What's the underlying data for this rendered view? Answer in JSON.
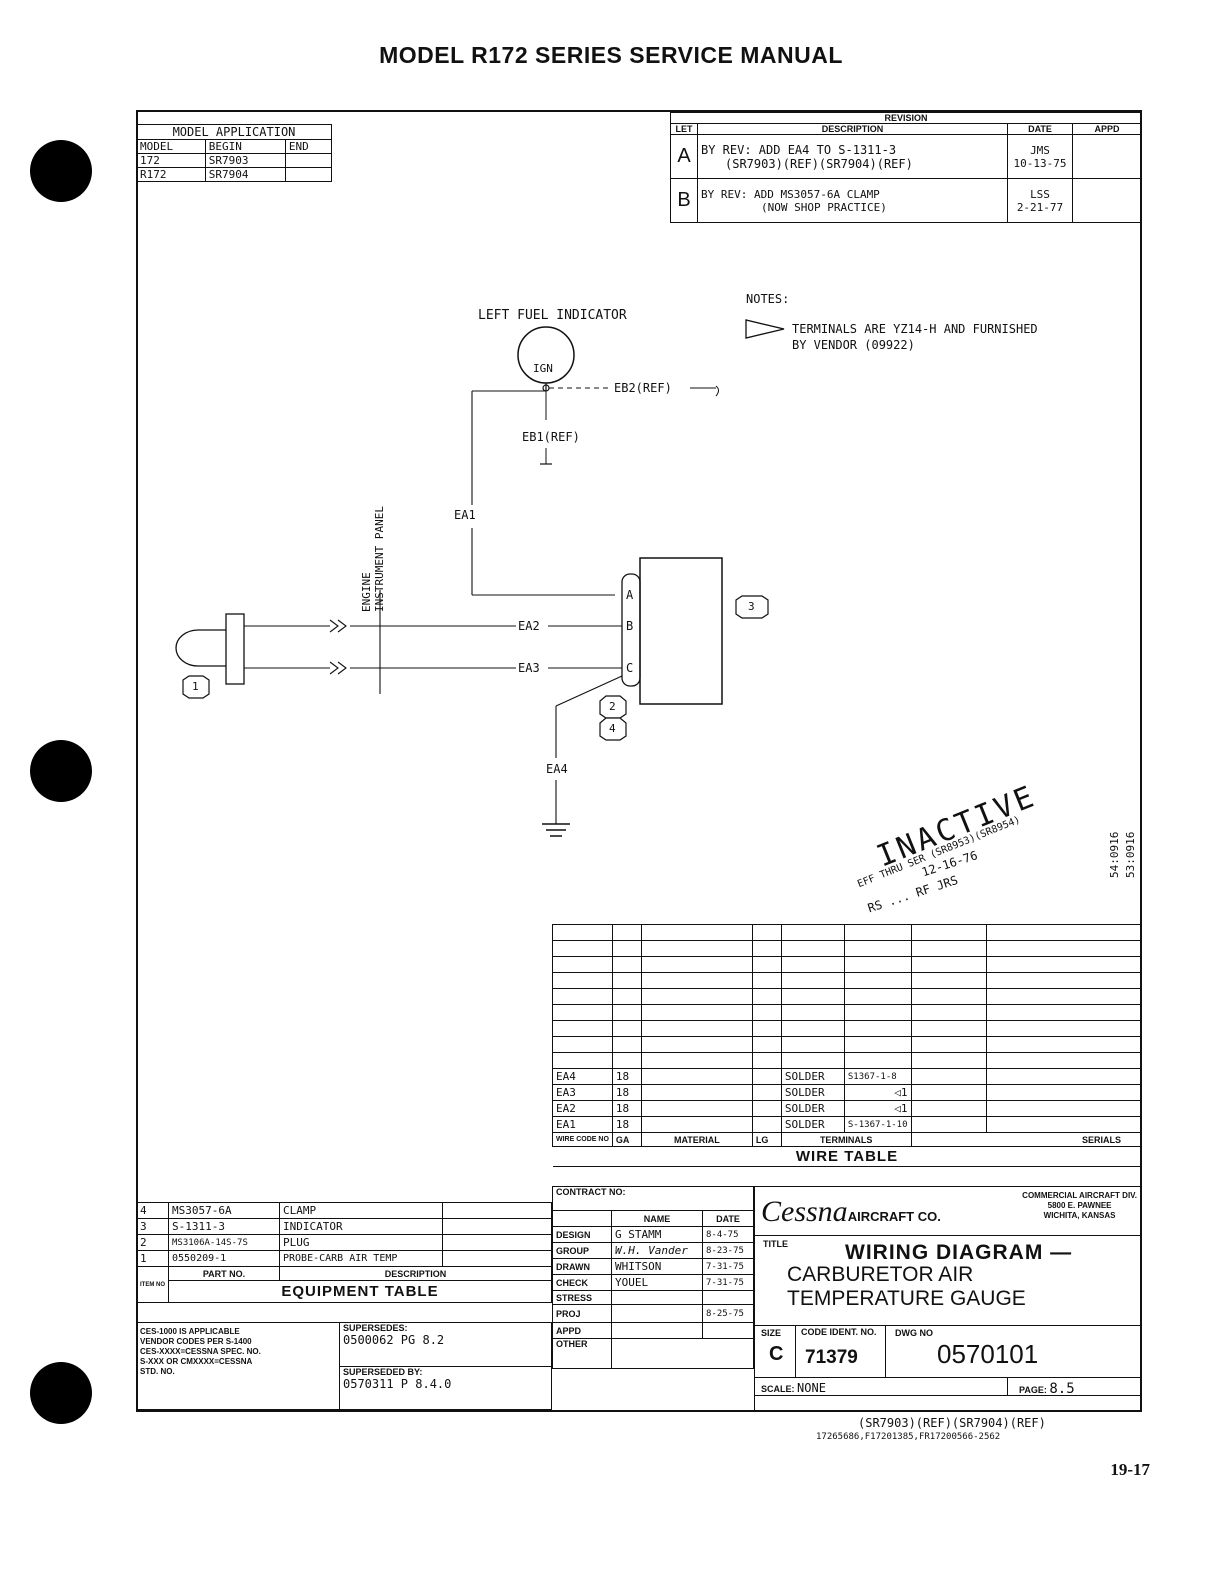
{
  "page_title": "MODEL R172 SERIES SERVICE MANUAL",
  "page_number": "19-17",
  "model_application": {
    "title": "MODEL APPLICATION",
    "headers": [
      "MODEL",
      "BEGIN",
      "END"
    ],
    "rows": [
      [
        "172",
        "SR7903",
        ""
      ],
      [
        "R172",
        "SR7904",
        ""
      ]
    ]
  },
  "revision": {
    "title": "REVISION",
    "headers": [
      "LET",
      "DESCRIPTION",
      "DATE",
      "APPD"
    ],
    "rows": [
      {
        "let": "A",
        "line1": "BY REV: ADD EA4 TO S-1311-3",
        "line2": "(SR7903)(REF)(SR7904)(REF)",
        "date1": "JMS",
        "date2": "10-13-75"
      },
      {
        "let": "B",
        "line1": "BY REV: ADD MS3057-6A CLAMP",
        "line2": "(NOW SHOP PRACTICE)",
        "date1": "LSS",
        "date2": "2-21-77"
      }
    ]
  },
  "notes": {
    "title": "NOTES:",
    "line1": "TERMINALS ARE YZ14-H AND FURNISHED",
    "line2": "BY VENDOR (09922)"
  },
  "diagram": {
    "indicator_label": "LEFT FUEL INDICATOR",
    "ign": "IGN",
    "eb2": "EB2(REF)",
    "eb1": "EB1(REF)",
    "ea1": "EA1",
    "ea2": "EA2",
    "ea3": "EA3",
    "ea4": "EA4",
    "panel_line1": "ENGINE",
    "panel_line2": "INSTRUMENT PANEL",
    "pins": [
      "A",
      "B",
      "C"
    ],
    "items": {
      "probe": "1",
      "plug": "2",
      "indicator": "3",
      "clamp": "4"
    }
  },
  "inactive_stamp": {
    "word": "INACTIVE",
    "eff": "EFF THRU SER (SR8953)(SR8954)",
    "date": "12-16-76",
    "sign": "RS ... RF JRS"
  },
  "side_codes": [
    "54:0916",
    "53:0916"
  ],
  "wire_table": {
    "title": "WIRE TABLE",
    "headers": [
      "WIRE CODE NO",
      "GA",
      "MATERIAL",
      "LG",
      "TERMINALS",
      "",
      "",
      "SERIALS"
    ],
    "rows": [
      [
        "EA4",
        "18",
        "",
        "",
        "SOLDER",
        "S1367-1-8",
        "",
        ""
      ],
      [
        "EA3",
        "18",
        "",
        "",
        "SOLDER",
        "1",
        "",
        ""
      ],
      [
        "EA2",
        "18",
        "",
        "",
        "SOLDER",
        "1",
        "",
        ""
      ],
      [
        "EA1",
        "18",
        "",
        "",
        "SOLDER",
        "S-1367-1-10",
        "",
        ""
      ]
    ]
  },
  "equipment_table": {
    "title": "EQUIPMENT TABLE",
    "headers": [
      "ITEM NO",
      "PART NO.",
      "DESCRIPTION"
    ],
    "rows": [
      [
        "4",
        "MS3057-6A",
        "CLAMP"
      ],
      [
        "3",
        "S-1311-3",
        "INDICATOR"
      ],
      [
        "2",
        "MS3106A-14S-7S",
        "PLUG"
      ],
      [
        "1",
        "0550209-1",
        "PROBE-CARB AIR TEMP"
      ]
    ]
  },
  "ces_note": {
    "line1": "CES-1000 IS APPLICABLE",
    "line2": "VENDOR CODES PER S-1400",
    "line3": "CES-XXXX=CESSNA SPEC. NO.",
    "line4": "S-XXX OR CMXXXX=CESSNA",
    "line5": "STD. NO."
  },
  "supersedes": {
    "label": "SUPERSEDES:",
    "value": "0500062 PG 8.2",
    "by_label": "SUPERSEDED BY:",
    "by_value": "0570311 P 8.4.0"
  },
  "title_block": {
    "contract": "CONTRACT NO:",
    "name_hdr": "NAME",
    "date_hdr": "DATE",
    "rows": [
      {
        "role": "DESIGN",
        "name": "G STAMM",
        "date": "8-4-75"
      },
      {
        "role": "GROUP",
        "name": "W.H. Vander",
        "date": "8-23-75"
      },
      {
        "role": "DRAWN",
        "name": "WHITSON",
        "date": "7-31-75"
      },
      {
        "role": "CHECK",
        "name": "YOUEL",
        "date": "7-31-75"
      },
      {
        "role": "STRESS",
        "name": "",
        "date": ""
      },
      {
        "role": "PROJ",
        "name": "",
        "date": "8-25-75"
      },
      {
        "role": "APPD",
        "name": "",
        "date": ""
      },
      {
        "role": "OTHER",
        "name": "",
        "date": ""
      }
    ],
    "company_logo": "Cessna",
    "company_suffix": "AIRCRAFT CO.",
    "division1": "COMMERCIAL AIRCRAFT DIV.",
    "division2": "5800 E. PAWNEE",
    "division3": "WICHITA, KANSAS",
    "title_label": "TITLE",
    "title1": "WIRING DIAGRAM —",
    "title2": "CARBURETOR AIR",
    "title3": "TEMPERATURE GAUGE",
    "size_label": "SIZE",
    "size": "C",
    "code_label": "CODE IDENT. NO.",
    "code": "71379",
    "dwg_label": "DWG NO",
    "dwg": "0570101",
    "scale_label": "SCALE:",
    "scale": "NONE",
    "page_label": "PAGE:",
    "page": "8.5"
  },
  "footer_ref": "(SR7903)(REF)(SR7904)(REF)",
  "footer_ref2": "17265686,F17201385,FR17200566-2562"
}
